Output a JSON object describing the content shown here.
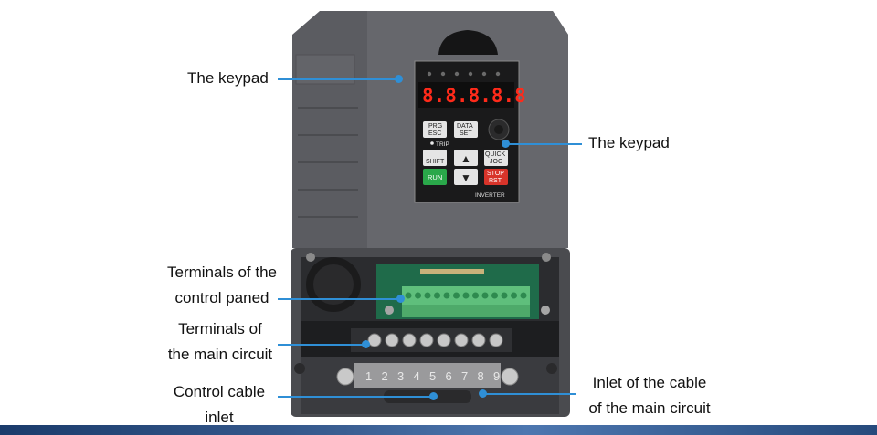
{
  "labels": {
    "keypad_left": "The keypad",
    "keypad_right": "The keypad",
    "control_terminals": [
      "Terminals of the",
      "control paned"
    ],
    "main_terminals": [
      "Terminals of",
      "the main circuit"
    ],
    "control_inlet": [
      "Control cable",
      "inlet"
    ],
    "main_inlet": [
      "Inlet of the cable",
      "of the main circuit"
    ]
  },
  "keypad": {
    "display": "8.8.8.8.8",
    "buttons": {
      "prg": [
        "PRG",
        "ESC"
      ],
      "data": [
        "DATA",
        "SET"
      ],
      "shift": "SHIFT",
      "up": "▲",
      "quick": [
        "QUICK",
        "JOG"
      ],
      "run": "RUN",
      "down": "▼",
      "stop": [
        "STOP",
        "RST"
      ]
    },
    "trip": "TRIP",
    "brand": "INVERTER"
  },
  "terminal_numbers": [
    "1",
    "2",
    "3",
    "4",
    "5",
    "6",
    "7",
    "8",
    "9"
  ],
  "colors": {
    "leader": "#2f8fd6",
    "housing": "#5a5b60",
    "pcb": "#1f6b4a",
    "terminal_block": "#5fbf7c",
    "display_led": "#ff2a1a",
    "run_button": "#2aa84a",
    "stop_button": "#d8342a"
  }
}
